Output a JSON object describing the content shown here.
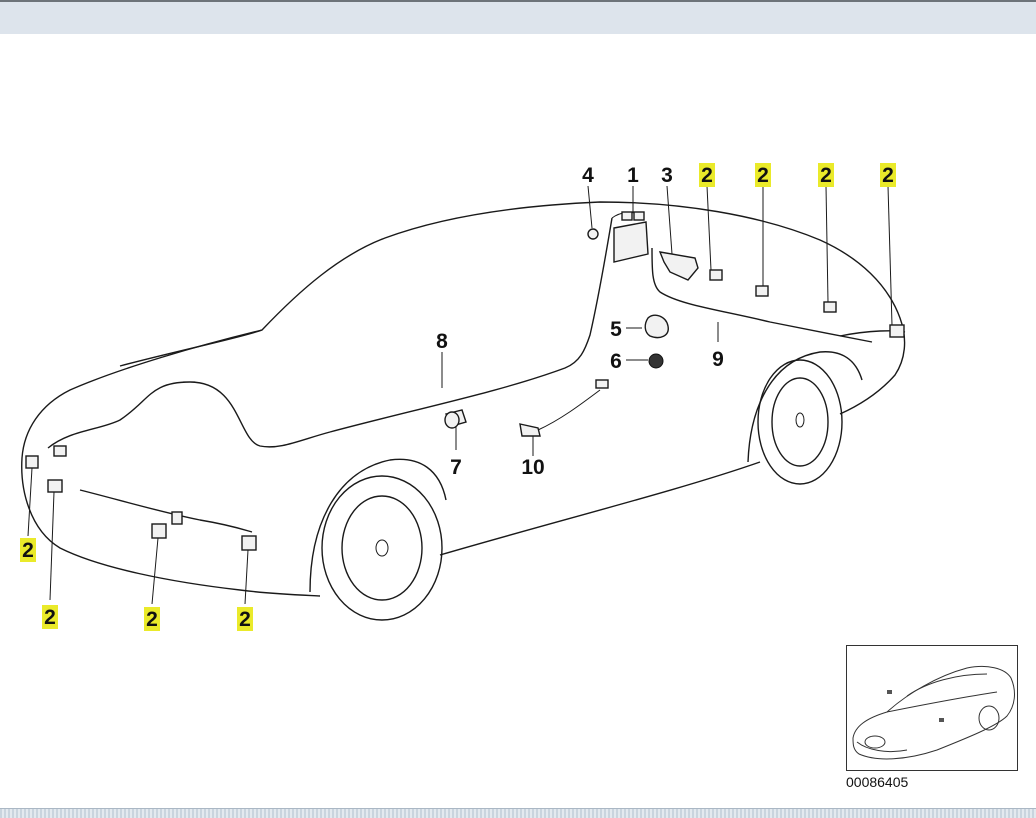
{
  "diagram": {
    "callouts": [
      {
        "id": "c1",
        "text": "1",
        "highlight": false
      },
      {
        "id": "c3",
        "text": "3",
        "highlight": false
      },
      {
        "id": "c4",
        "text": "4",
        "highlight": false
      },
      {
        "id": "c5",
        "text": "5",
        "highlight": false
      },
      {
        "id": "c6",
        "text": "6",
        "highlight": false
      },
      {
        "id": "c7",
        "text": "7",
        "highlight": false
      },
      {
        "id": "c8",
        "text": "8",
        "highlight": false
      },
      {
        "id": "c9",
        "text": "9",
        "highlight": false
      },
      {
        "id": "c10",
        "text": "10",
        "highlight": false
      },
      {
        "id": "c2a",
        "text": "2",
        "highlight": true
      },
      {
        "id": "c2b",
        "text": "2",
        "highlight": true
      },
      {
        "id": "c2c",
        "text": "2",
        "highlight": true
      },
      {
        "id": "c2d",
        "text": "2",
        "highlight": true
      },
      {
        "id": "c2e",
        "text": "2",
        "highlight": true
      },
      {
        "id": "c2f",
        "text": "2",
        "highlight": true
      },
      {
        "id": "c2g",
        "text": "2",
        "highlight": true
      },
      {
        "id": "c2h",
        "text": "2",
        "highlight": true
      }
    ],
    "highlight_color": "#eaea2a"
  },
  "thumbnail": {
    "code": "00086405"
  }
}
